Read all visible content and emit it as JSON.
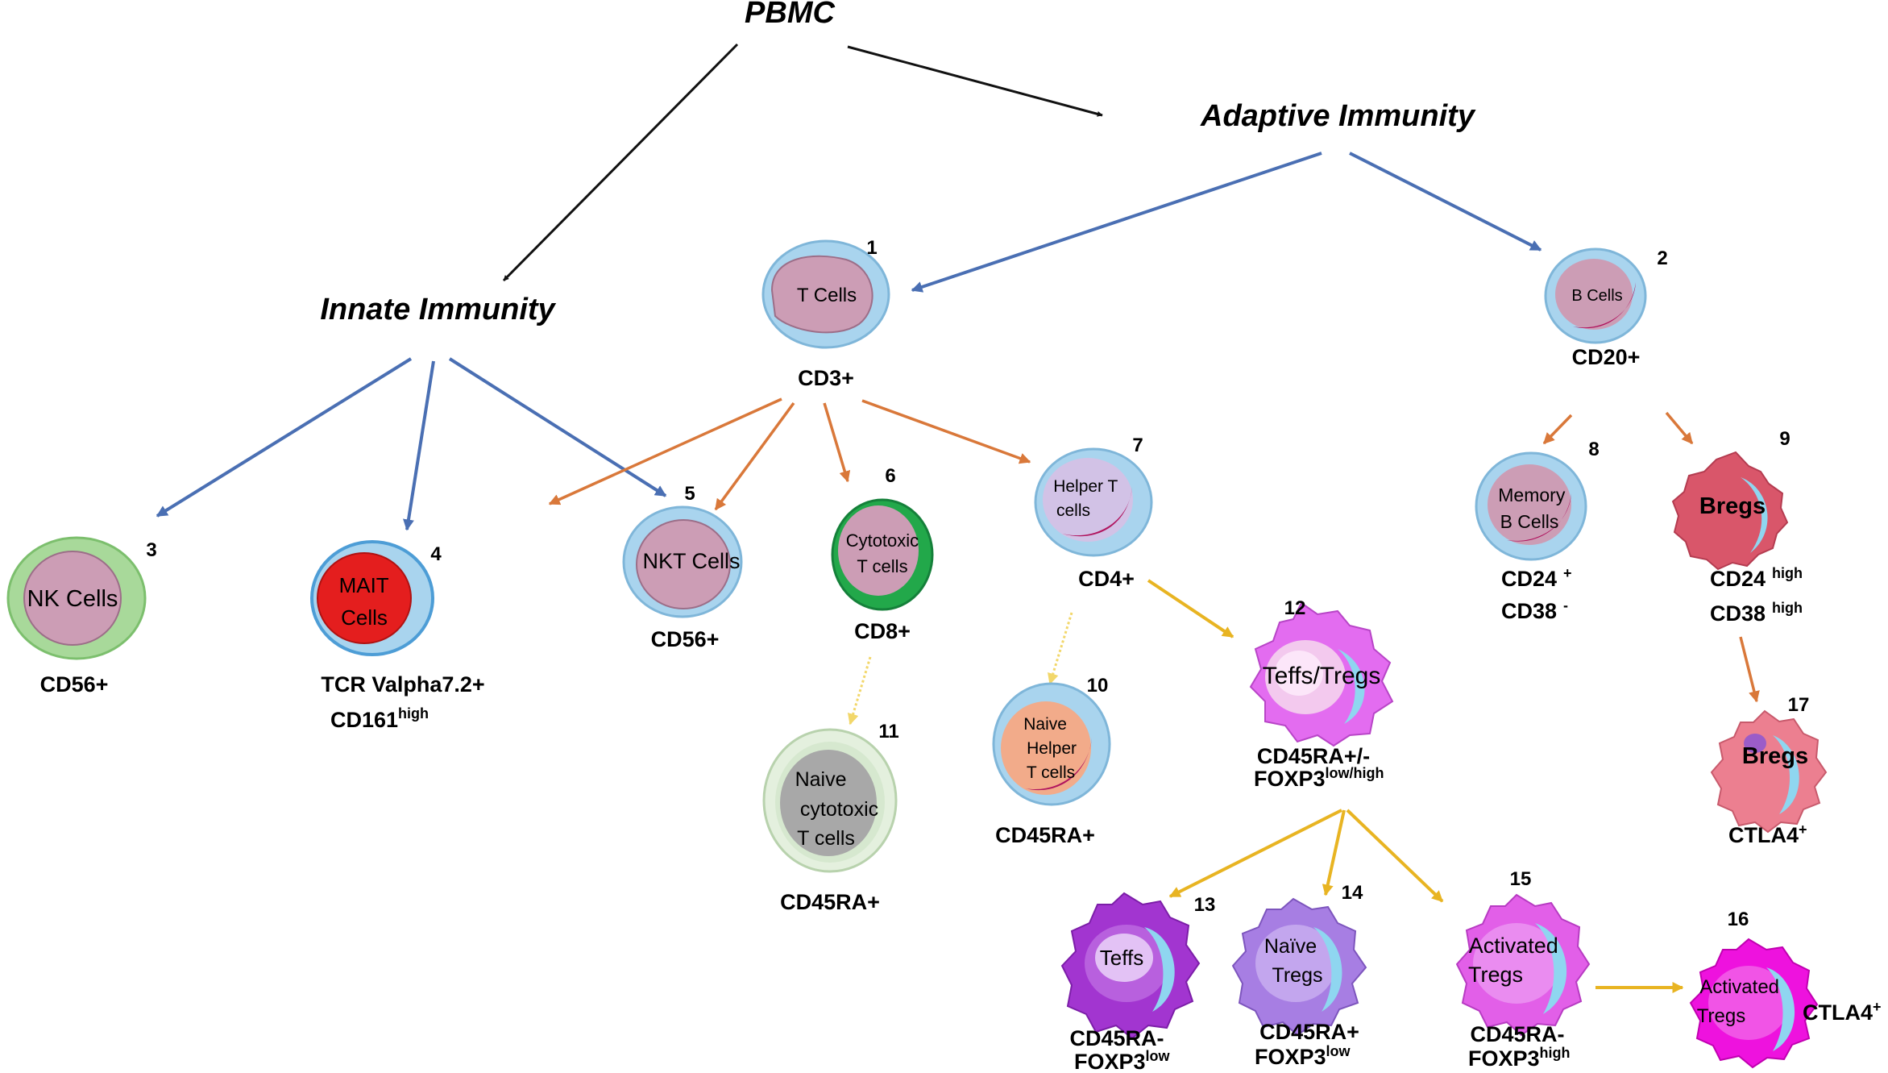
{
  "headers": {
    "pbmc": "PBMC",
    "adaptive": "Adaptive Immunity",
    "innate": "Innate Immunity"
  },
  "cells": {
    "c1": {
      "number": "1",
      "label": [
        "T Cells"
      ]
    },
    "c2": {
      "number": "2",
      "label": [
        "B Cells"
      ]
    },
    "c3": {
      "number": "3",
      "label": [
        "NK Cells"
      ]
    },
    "c4": {
      "number": "4",
      "label": [
        "MAIT",
        "Cells"
      ]
    },
    "c5": {
      "number": "5",
      "label": [
        "NKT Cells"
      ]
    },
    "c6": {
      "number": "6",
      "label": [
        "Cytotoxic",
        "T cells"
      ]
    },
    "c7": {
      "number": "7",
      "label": [
        "Helper T",
        "cells"
      ]
    },
    "c8": {
      "number": "8",
      "label": [
        "Memory",
        "B Cells"
      ]
    },
    "c9": {
      "number": "9",
      "label": [
        "Bregs"
      ]
    },
    "c10": {
      "number": "10",
      "label": [
        "Naive",
        "Helper",
        "T cells"
      ]
    },
    "c11": {
      "number": "11",
      "label": [
        "Naive",
        "cytotoxic",
        "T cells"
      ]
    },
    "c12": {
      "number": "12",
      "label": [
        "Teffs/Tregs"
      ]
    },
    "c13": {
      "number": "13",
      "label": [
        "Teffs"
      ]
    },
    "c14": {
      "number": "14",
      "label": [
        "Naïve",
        "Tregs"
      ]
    },
    "c15": {
      "number": "15",
      "label": [
        "Activated",
        "Tregs"
      ]
    },
    "c16": {
      "number": "16",
      "label": [
        "Activated",
        "Tregs"
      ]
    },
    "c17": {
      "number": "17",
      "label": [
        "Bregs"
      ]
    }
  },
  "markers": {
    "m1": "CD3+",
    "m2": "CD20+",
    "m3": "CD56+",
    "m4a": "TCR Valpha7.2+",
    "m4b": "CD161",
    "m4b_sup": "high",
    "m5": "CD56+",
    "m6": "CD8+",
    "m7": "CD4+",
    "m8a": "CD24",
    "m8a_sup": "+",
    "m8b": "CD38",
    "m8b_sup": "-",
    "m9a": "CD24",
    "m9a_sup": "high",
    "m9b": "CD38",
    "m9b_sup": "high",
    "m10": "CD45RA+",
    "m11": "CD45RA+",
    "m12a": "CD45RA+/-",
    "m12b": "FOXP3",
    "m12b_sup": "low/high",
    "m13a": "CD45RA-",
    "m13b": "FOXP3",
    "m13b_sup": "low",
    "m14a": "CD45RA+",
    "m14b": "FOXP3",
    "m14b_sup": "low",
    "m15a": "CD45RA-",
    "m15b": "FOXP3",
    "m15b_sup": "high",
    "m16": "CTLA4",
    "m16_sup": "+",
    "m17": "CTLA4",
    "m17_sup": "+"
  },
  "colors": {
    "black_arrow": "#111111",
    "blue_arrow": "#4a6fb3",
    "orange_arrow": "#d9783a",
    "yellow_arrow": "#e8b422",
    "light_yellow_arrow": "#f2d76a",
    "lymph_ring": "#a9d4ee",
    "lymph_body": "#cc9db5",
    "nk_ring": "#a8d99a",
    "mait_body": "#e41e1e",
    "cytotoxic_ring": "#22a84a",
    "naive_helper_body": "#f2ab8a",
    "naive_cytotoxic_body": "#a8a8a8",
    "breg_body": "#d9566a",
    "breg17_body": "#ec7f90",
    "teff_tregs": "#e36cf0",
    "teffs": "#a235d0",
    "naive_tregs": "#a77ee3",
    "activated_tregs_15": "#e25fe8",
    "activated_tregs_16": "#ee12de"
  }
}
